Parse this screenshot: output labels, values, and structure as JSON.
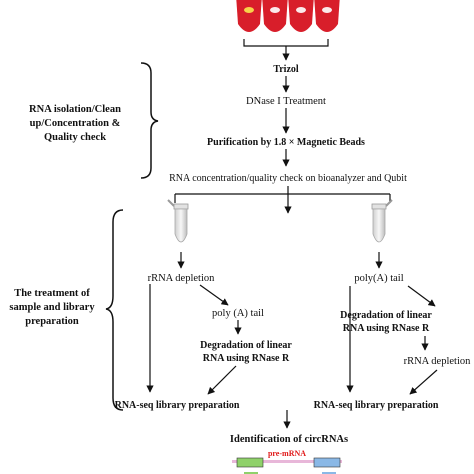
{
  "tubes_top": {
    "count": 4,
    "fill_color": "#d81e2a",
    "cap_color": "#f7d34a"
  },
  "isolation": {
    "label_lines": [
      "RNA isolation/Clean",
      "up/Concentration &",
      "Quality check"
    ],
    "steps": {
      "trizol": "Trizol",
      "dnase": "DNase I Treatment",
      "purification": "Purification by 1.8 × Magnetic Beads",
      "qc": "RNA concentration/quality check on bioanalyzer and Qubit"
    }
  },
  "library": {
    "label_lines": [
      "The treatment of",
      "sample and library",
      "preparation"
    ],
    "left": {
      "rrna_depletion": "rRNA depletion",
      "polya": "poly (A) tail",
      "degradation_lines": [
        "Degradation of linear",
        "RNA using RNase R"
      ],
      "library_prep": "RNA-seq library preparation"
    },
    "right": {
      "polya": "poly(A) tail",
      "degradation_lines": [
        "Degradation of linear",
        "RNA using RNase R"
      ],
      "rrna_depletion": "rRNA depletion",
      "library_prep": "RNA-seq library preparation"
    }
  },
  "final": {
    "identification": "Identification of circRNAs",
    "pre_mrna": "pre-mRNA",
    "pre_mrna_color": "#e01b1b",
    "exon_colors": [
      "#8fd16a",
      "#8ab8e6"
    ]
  },
  "colors": {
    "line": "#111111",
    "tube_glass": "#e8e8e8"
  }
}
